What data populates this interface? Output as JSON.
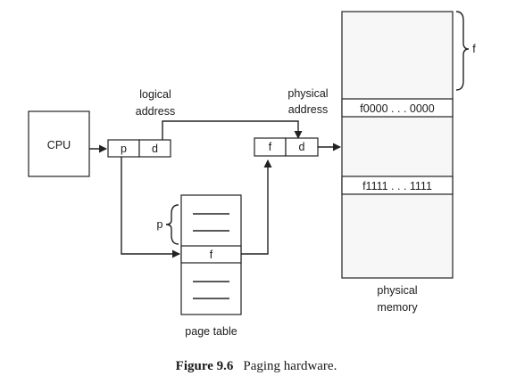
{
  "diagram": {
    "cpu_label": "CPU",
    "logical_address": {
      "line1": "logical",
      "line2": "address",
      "p": "p",
      "d": "d"
    },
    "physical_address": {
      "line1": "physical",
      "line2": "address",
      "f": "f",
      "d": "d"
    },
    "page_table": {
      "label": "page table",
      "p_brace": "p",
      "entry": "f"
    },
    "physical_memory": {
      "line1": "physical",
      "line2": "memory",
      "frame_brace": "f",
      "frame_start": "f0000 . . . 0000",
      "frame_end": "f1111 . . . 1111"
    }
  },
  "caption": {
    "number": "Figure 9.6",
    "title": "Paging hardware."
  }
}
